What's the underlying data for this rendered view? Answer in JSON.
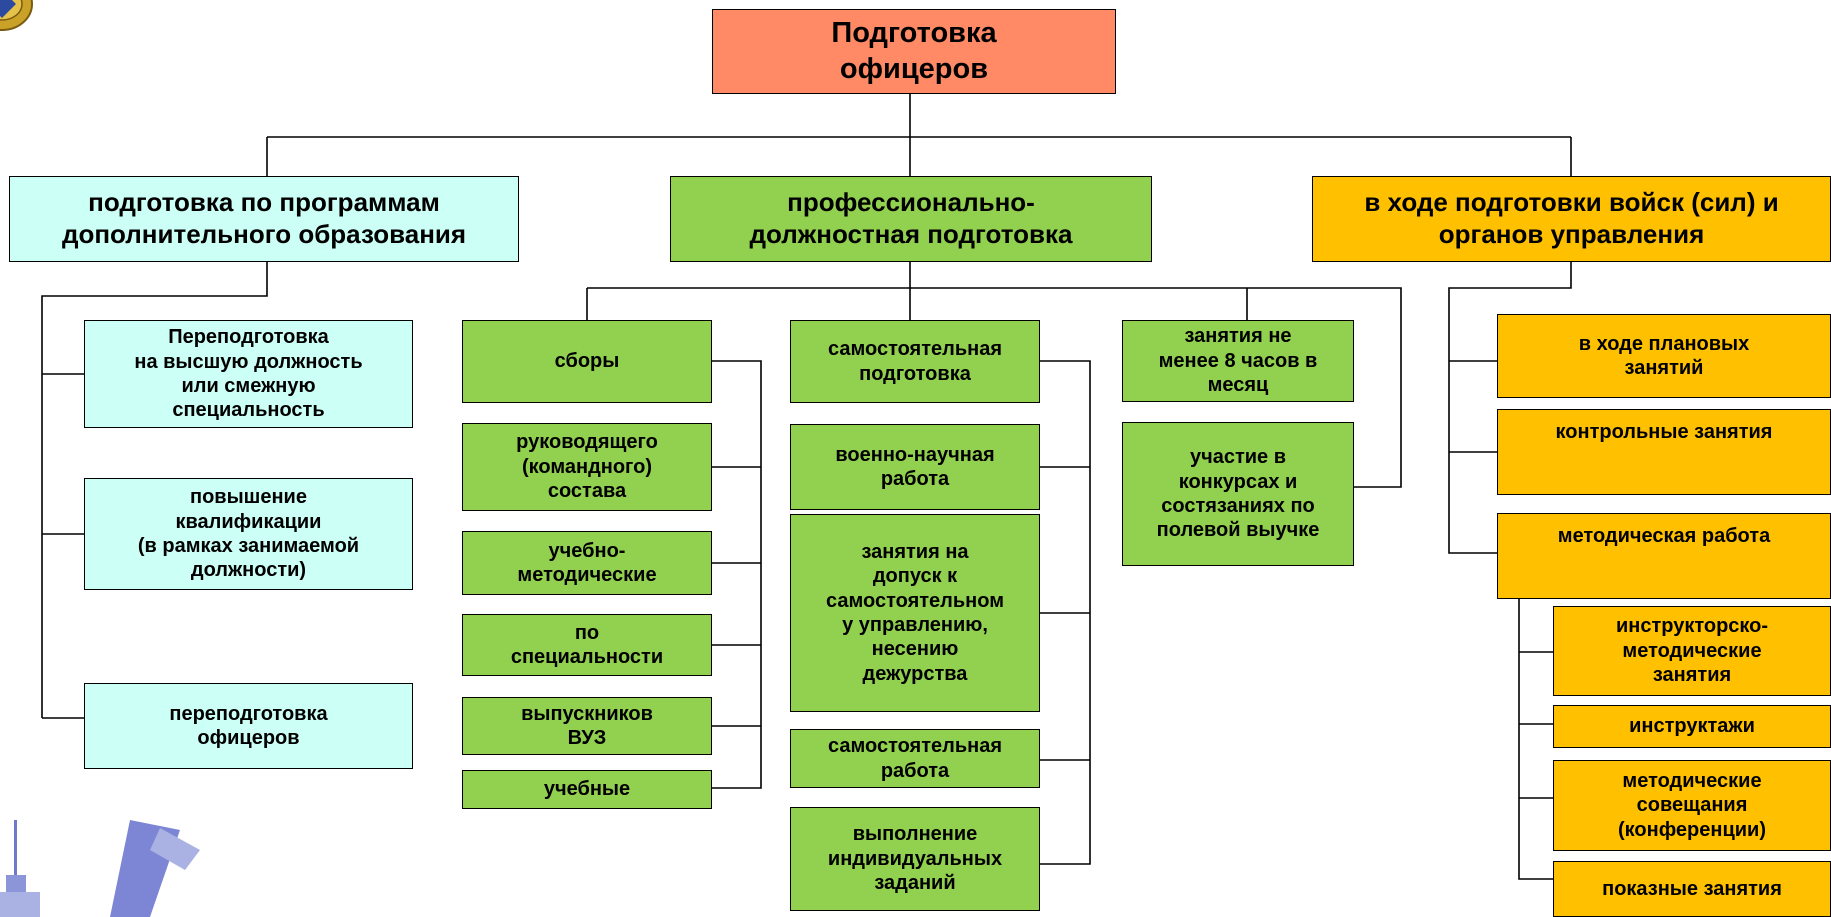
{
  "root": {
    "label": "Подготовка\nофицеров"
  },
  "branches": {
    "additional_education": {
      "label": "подготовка по программам\nдополнительного образования"
    },
    "professional": {
      "label": "профессионально-\nдолжностная подготовка"
    },
    "troops": {
      "label": "в ходе подготовки войск (сил) и\nорганов управления"
    }
  },
  "additional_items": [
    {
      "label": "Переподготовка\nна высшую должность\nили смежную\nспециальность"
    },
    {
      "label": "повышение\nквалификации\n(в рамках занимаемой\nдолжности)"
    },
    {
      "label": "переподготовка\nофицеров"
    }
  ],
  "professional_groups": {
    "sbory": {
      "label": "сборы",
      "items": [
        {
          "label": "руководящего\n(командного)\nсостава"
        },
        {
          "label": "учебно-\nметодические"
        },
        {
          "label": "по\nспециальности"
        },
        {
          "label": "выпускников\nВУЗ"
        },
        {
          "label": "учебные"
        }
      ]
    },
    "self_training": {
      "label": "самостоятельная\nподготовка",
      "items": [
        {
          "label": "военно-научная\nработа"
        },
        {
          "label": "занятия на\nдопуск к\nсамостоятельном\nу управлению,\nнесению\nдежурства"
        },
        {
          "label": "самостоятельная\nработа"
        },
        {
          "label": "выполнение\nиндивидуальных\nзаданий"
        }
      ]
    },
    "others": [
      {
        "label": "занятия не\nменее 8 часов в\nмесяц"
      },
      {
        "label": "участие в\nконкурсах и\nсостязаниях по\nполевой выучке"
      }
    ]
  },
  "troops_items": [
    {
      "label": "в ходе плановых\nзанятий"
    },
    {
      "label": "контрольные занятия"
    },
    {
      "label": "методическая работа"
    }
  ],
  "methodical_items": [
    {
      "label": "инструкторско-\nметодические\nзанятия"
    },
    {
      "label": "инструктажи"
    },
    {
      "label": "методические\nсовещания\n(конференции)"
    },
    {
      "label": "показные занятия"
    }
  ],
  "colors": {
    "root": "#ff8a65",
    "cyan": "#ccfff6",
    "green": "#92d050",
    "orange": "#ffc000"
  }
}
